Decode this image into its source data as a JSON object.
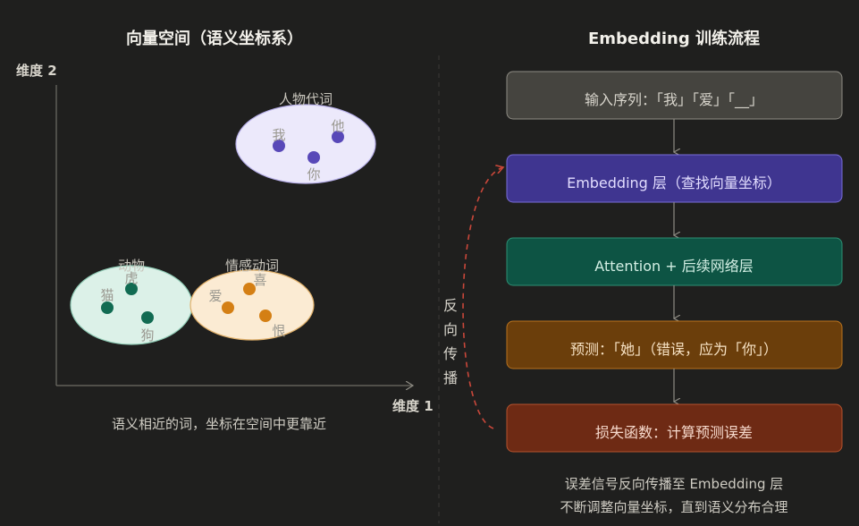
{
  "left_title": "向量空间（语义坐标系）",
  "right_title": "Embedding 训练流程",
  "axes": {
    "y_label": "维度 2",
    "x_label": "维度 1"
  },
  "clusters": {
    "pronouns": {
      "label": "人物代词",
      "words": [
        "我",
        "他",
        "你"
      ],
      "color": "#5848b8",
      "fill": "#ece9fb"
    },
    "animals": {
      "label": "动物",
      "words": [
        "猫",
        "虎",
        "狗"
      ],
      "color": "#116b52",
      "fill": "#dcf1e8"
    },
    "emotions": {
      "label": "情感动词",
      "words": [
        "爱",
        "喜",
        "恨"
      ],
      "color": "#d47f14",
      "fill": "#fbebd3"
    }
  },
  "left_caption": "语义相近的词，坐标在空间中更靠近",
  "flow": [
    {
      "text": "输入序列：「我」「爱」「__」",
      "fill": "#45443f",
      "stroke": "#8e8c84",
      "text_color": "#d8d5cc"
    },
    {
      "text": "Embedding 层（查找向量坐标）",
      "fill": "#3f3590",
      "stroke": "#7a6ed8",
      "text_color": "#e2ddff"
    },
    {
      "text": "Attention + 后续网络层",
      "fill": "#0d5444",
      "stroke": "#2e8f73",
      "text_color": "#d3efe4"
    },
    {
      "text": "预测：「她」（错误，应为「你」）",
      "fill": "#6b3e0b",
      "stroke": "#b8731f",
      "text_color": "#f7e2c4"
    },
    {
      "text": "损失函数：计算预测误差",
      "fill": "#6e2a14",
      "stroke": "#b5532e",
      "text_color": "#f6d9cc"
    }
  ],
  "backprop_label": [
    "反",
    "向",
    "传",
    "播"
  ],
  "right_caption": [
    "误差信号反向传播至 Embedding 层",
    "不断调整向量坐标，直到语义分布合理"
  ]
}
